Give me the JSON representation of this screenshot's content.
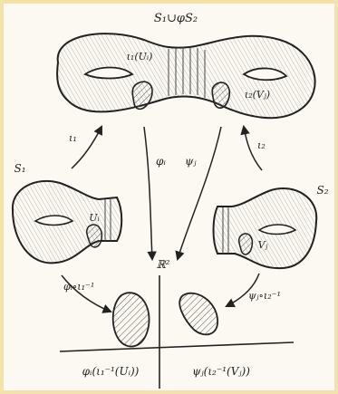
{
  "title": "S₁∪φS₂",
  "surfaces": {
    "glued_label": "S₁∪φS₂",
    "left_label": "S₁",
    "right_label": "S₂",
    "patch_left_label": "ι₁(Uᵢ)",
    "patch_right_label": "ι₂(Vⱼ)",
    "patch_Ui": "Uᵢ",
    "patch_Vj": "Vⱼ"
  },
  "maps": {
    "iota1": "ι₁",
    "iota2": "ι₂",
    "phi_i": "φᵢ",
    "psi_j": "ψⱼ",
    "phi_comp": "φᵢ∘ι₁⁻¹",
    "psi_comp": "ψⱼ∘ι₂⁻¹"
  },
  "plane": {
    "label": "ℝ²",
    "left_caption": "φᵢ(ι₁⁻¹(Uᵢ))",
    "right_caption": "ψⱼ(ι₂⁻¹(Vⱼ))"
  }
}
